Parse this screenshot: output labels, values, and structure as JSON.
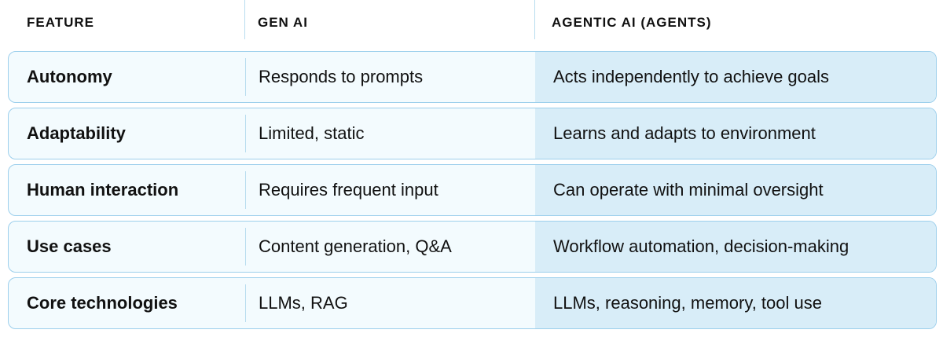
{
  "headers": [
    "FEATURE",
    "GEN AI",
    "AGENTIC AI (AGENTS)"
  ],
  "rows": [
    {
      "feature": "Autonomy",
      "gen_ai": "Responds to prompts",
      "agentic_ai": "Acts independently to achieve goals"
    },
    {
      "feature": "Adaptability",
      "gen_ai": "Limited, static",
      "agentic_ai": "Learns and adapts to environment"
    },
    {
      "feature": "Human interaction",
      "gen_ai": "Requires frequent input",
      "agentic_ai": "Can operate with minimal oversight"
    },
    {
      "feature": "Use cases",
      "gen_ai": "Content generation, Q&A",
      "agentic_ai": "Workflow automation, decision-making"
    },
    {
      "feature": "Core technologies",
      "gen_ai": "LLMs, RAG",
      "agentic_ai": "LLMs, reasoning, memory, tool use"
    }
  ],
  "colors": {
    "row_bg": "#f3fbfe",
    "agentic_bg": "#d8edf8",
    "border": "#9ccfec"
  }
}
